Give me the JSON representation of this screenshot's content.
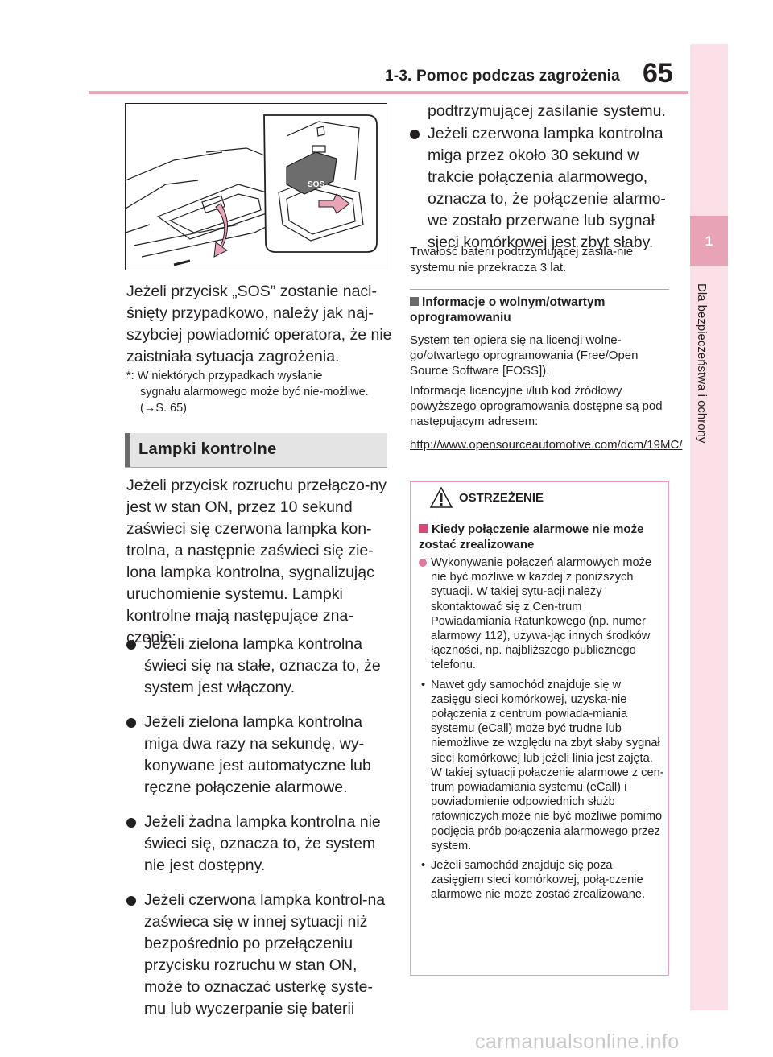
{
  "header": {
    "title": "1-3. Pomoc podczas zagrożenia",
    "page_number": "65"
  },
  "side_tab": {
    "number": "1",
    "label": "Dla bezpieczeństwa i ochrony"
  },
  "illustration": {
    "sos_text": "SOS"
  },
  "left": {
    "intro": "Jeżeli przycisk „SOS” zostanie naci-śnięty przypadkowo, należy jak naj-szybciej powiadomić operatora, że nie zaistniała sytuacja zagrożenia.",
    "footnote_line1": "*: W niektórych przypadkach wysłanie",
    "footnote_rest": "sygnału alarmowego może być nie-możliwe. (→S. 65)",
    "section_title": "Lampki kontrolne",
    "section_paragraph": "Jeżeli przycisk rozruchu przełączo-ny jest w stan ON, przez 10 sekund zaświeci się czerwona lampka kon-trolna, a następnie zaświeci się zie-lona lampka kontrolna, sygnalizując uruchomienie systemu. Lampki kontrolne mają następujące zna-czenie:",
    "bullets": [
      "Jeżeli zielona lampka kontrolna świeci się na stałe, oznacza to, że system jest włączony.",
      "Jeżeli zielona lampka kontrolna miga dwa razy na sekundę, wy-konywane jest automatyczne lub ręczne połączenie alarmowe.",
      "Jeżeli żadna lampka kontrolna nie świeci się, oznacza to, że system nie jest dostępny.",
      "Jeżeli czerwona lampka kontrol-na zaświeca się w innej sytuacji niż bezpośrednio po przełączeniu przycisku rozruchu w stan ON, może to oznaczać usterkę syste-mu lub wyczerpanie się baterii"
    ]
  },
  "right": {
    "continuation": "podtrzymującej zasilanie systemu.",
    "bullets": [
      "Jeżeli czerwona lampka kontrolna miga przez około 30 sekund w trakcie połączenia alarmowego, oznacza to, że połączenie alarmo-we zostało przerwane lub sygnał sieci komórkowej jest zbyt słaby."
    ],
    "battery_note": "Trwałość baterii podtrzymującej zasila-nie systemu nie przekracza 3 lat.",
    "info_heading": "Informacje o wolnym/otwartym oprogramowaniu",
    "info_p1": "System ten opiera się na licencji wolne-go/otwartego oprogramowania (Free/Open Source Software [FOSS]).",
    "info_p2": "Informacje licencyjne i/lub kod źródłowy powyższego oprogramowania dostępne są pod następującym adresem:",
    "info_link": "http://www.opensourceautomotive.com/dcm/19MC/"
  },
  "warning": {
    "title": "OSTRZEŻENIE",
    "subheading": "Kiedy połączenie alarmowe nie może zostać zrealizowane",
    "main_bullet": "Wykonywanie połączeń alarmowych może nie być możliwe w każdej z poniższych sytuacji. W takiej sytu-acji należy skontaktować się z Cen-trum Powiadamiania Ratunkowego (np. numer alarmowy 112), używa-jąc innych środków łączności, np. najbliższego publicznego telefonu.",
    "sub_bullets": [
      "Nawet gdy samochód znajduje się w zasięgu sieci komórkowej, uzyska-nie połączenia z centrum powiada-miania systemu (eCall) może być trudne lub niemożliwe ze względu na zbyt słaby sygnał sieci komórkowej lub jeżeli linia jest zajęta. W takiej sytuacji połączenie alarmowe z cen-trum powiadamiania systemu (eCall) i powiadomienie odpowiednich służb ratowniczych może nie być możliwe pomimo podjęcia prób połączenia alarmowego przez system.",
      "Jeżeli samochód znajduje się poza zasięgiem sieci komórkowej, połą-czenie alarmowe nie może zostać zrealizowane."
    ]
  },
  "watermark": "carmanualsonline.info",
  "colors": {
    "accent_pink": "#e9a3b6",
    "header_rule": "#f2a7b9",
    "side_strip": "#fbe0e7",
    "warning_bullet": "#e07a9b"
  }
}
